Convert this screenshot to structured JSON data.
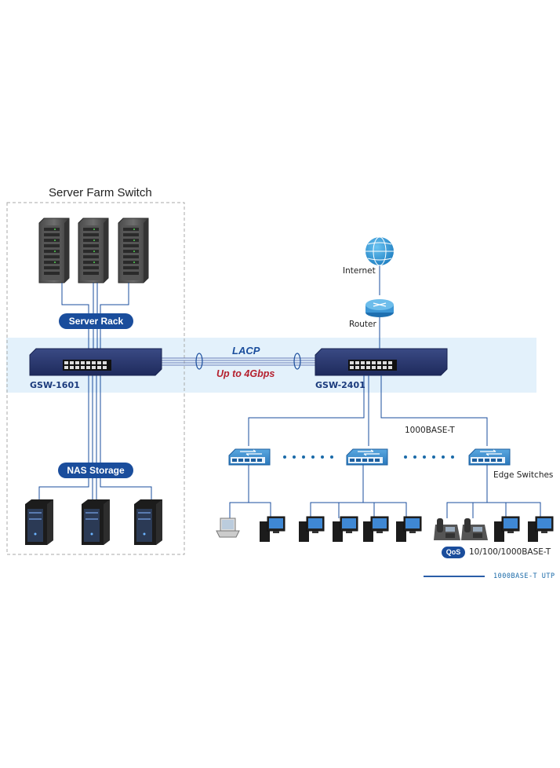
{
  "diagram": {
    "title": "Server Farm Switch",
    "server_rack_label": "Server Rack",
    "nas_storage_label": "NAS Storage",
    "switch_left_label": "GSW-1601",
    "switch_right_label": "GSW-2401",
    "lacp_label": "LACP",
    "speed_label": "Up to 4Gbps",
    "internet_label": "Internet",
    "router_label": "Router",
    "uplink_label": "1000BASE-T",
    "edge_switches_label": "Edge Switches",
    "qos_badge": "QoS",
    "access_label": "10/100/1000BASE-T",
    "legend_label": "1000BASE-T UTP"
  },
  "colors": {
    "link": "#1a4d9c",
    "band": "#e3f1fb",
    "switch_body": "#27346a",
    "accent_red": "#b5202e",
    "globe": "#2e9ad8"
  },
  "icons": [
    "server-rack-icon",
    "switch-icon",
    "globe-icon",
    "router-icon",
    "edge-switch-icon",
    "laptop-icon",
    "desktop-icon",
    "ip-phone-icon",
    "nas-tower-icon"
  ]
}
